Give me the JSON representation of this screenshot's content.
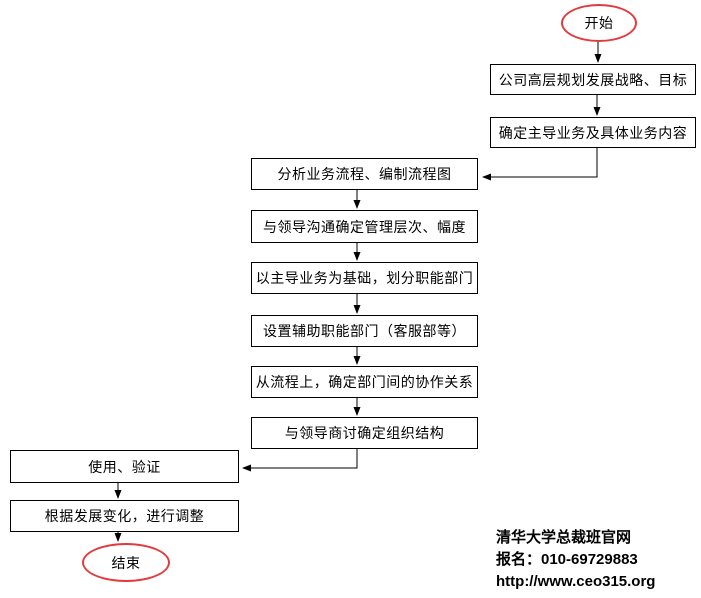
{
  "nodes": {
    "start": "开始",
    "strategy": "公司高层规划发展战略、目标",
    "business": "确定主导业务及具体业务内容",
    "analyze": "分析业务流程、编制流程图",
    "communicate": "与领导沟通确定管理层次、幅度",
    "divide": "以主导业务为基础，划分职能部门",
    "auxiliary": "设置辅助职能部门（客服部等）",
    "cooperation": "从流程上，确定部门间的协作关系",
    "discuss": "与领导商讨确定组织结构",
    "verify": "使用、验证",
    "adjust": "根据发展变化，进行调整",
    "end": "结束"
  },
  "footer": {
    "site_name": "清华大学总裁班官网",
    "phone": "报名：010-69729883",
    "url": "http://www.ceo315.org"
  },
  "colors": {
    "terminator_stroke": "#e23b3d",
    "box_border": "#000000",
    "arrow": "#000000",
    "text": "#000000",
    "background": "#ffffff"
  }
}
